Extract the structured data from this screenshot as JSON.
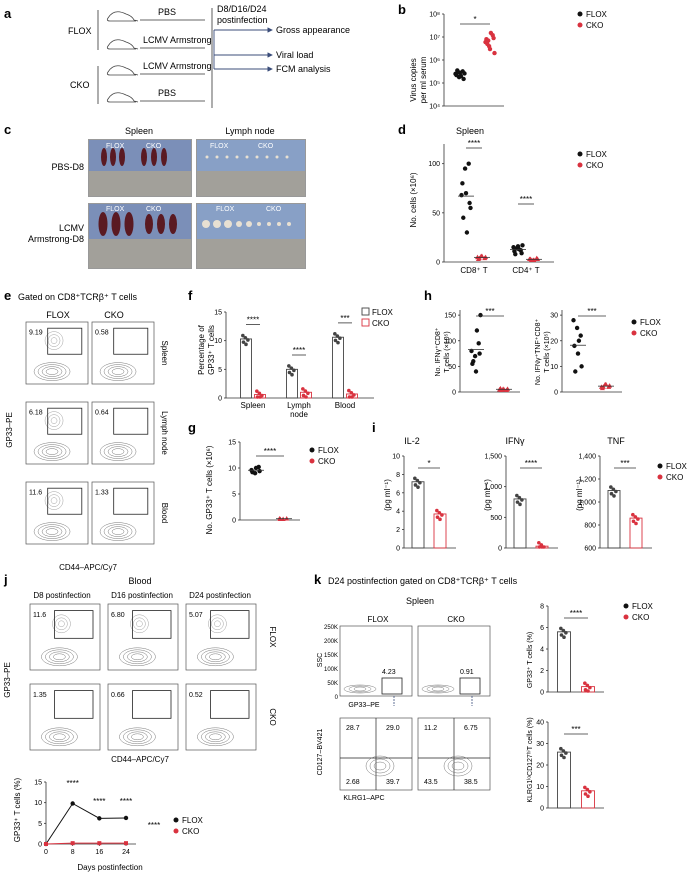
{
  "panels": {
    "a": {
      "label": "a",
      "groups": [
        "FLOX",
        "CKO"
      ],
      "treatments": [
        "PBS",
        "LCMV Armstrong",
        "LCMV Armstrong",
        "PBS"
      ],
      "timing": "D8/D16/D24",
      "timing2": "postinfection",
      "outcomes": [
        "Gross appearance",
        "Viral load",
        "FCM analysis"
      ]
    },
    "b": {
      "label": "b",
      "ylabel1": "Virus copies",
      "ylabel2": "per ml serum",
      "sig": "*",
      "legend": [
        "FLOX",
        "CKO"
      ]
    },
    "c": {
      "label": "c",
      "col_spleen": "Spleen",
      "col_ln": "Lymph node",
      "row1": "PBS-D8",
      "row2a": "LCMV",
      "row2b": "Armstrong-D8",
      "flox": "FLOX",
      "cko": "CKO"
    },
    "d": {
      "label": "d",
      "title": "Spleen",
      "ylabel": "No. cells (×10⁶)",
      "sig1": "****",
      "sig2": "****",
      "legend": [
        "FLOX",
        "CKO"
      ]
    },
    "e": {
      "label": "e",
      "title": "Gated on CD8⁺TCRβ⁺ T cells",
      "flox": "FLOX",
      "cko": "CKO",
      "rows": [
        "Spleen",
        "Lymph node",
        "Blood"
      ],
      "pct_flox": [
        "9.19",
        "6.18",
        "11.6"
      ],
      "pct_cko": [
        "0.58",
        "0.64",
        "1.33"
      ],
      "ylabel": "GP33–PE",
      "xlabel": "CD44–APC/Cy7"
    },
    "f": {
      "label": "f",
      "ylabel1": "Percentage of",
      "ylabel2": "GP33⁺ T cells",
      "sig": [
        "****",
        "****",
        "***"
      ],
      "legend": [
        "FLOX",
        "CKO"
      ]
    },
    "g": {
      "label": "g",
      "ylabel": "No. GP33⁺ T cells (×10⁶)",
      "sig": "****",
      "legend": [
        "FLOX",
        "CKO"
      ]
    },
    "h": {
      "label": "h",
      "ylabel_left1": "No. IFNγ⁺CD8⁺",
      "ylabel_left2": "T cells (×10⁵)",
      "ylabel_right1": "No. IFNγ⁺TNF⁺CD8⁺",
      "ylabel_right2": "T cells (×10⁵)",
      "sig_left": "***",
      "sig_right": "***",
      "legend": [
        "FLOX",
        "CKO"
      ]
    },
    "i": {
      "label": "i",
      "titles": [
        "IL-2",
        "IFNγ",
        "TNF"
      ],
      "ylabel": "(pg ml⁻¹)",
      "sig": [
        "*",
        "****",
        "***"
      ],
      "legend": [
        "FLOX",
        "CKO"
      ]
    },
    "j": {
      "label": "j",
      "title": "Blood",
      "times": [
        "D8 postinfection",
        "D16 postinfection",
        "D24 postinfection"
      ],
      "pct_flox": [
        "11.6",
        "6.80",
        "5.07"
      ],
      "pct_cko": [
        "1.35",
        "0.66",
        "0.52"
      ],
      "row_flox": "FLOX",
      "row_cko": "CKO",
      "ylabel": "GP33–PE",
      "xlabel": "CD44–APC/Cy7",
      "line_ylabel": "GP33⁺ T cells (%)",
      "line_xlabel": "Days postinfection",
      "sig": [
        "****",
        "****",
        "****",
        "****"
      ],
      "legend": [
        "FLOX",
        "CKO"
      ]
    },
    "k": {
      "label": "k",
      "title": "D24 postinfection gated on CD8⁺TCRβ⁺ T cells",
      "region": "Spleen",
      "flox": "FLOX",
      "cko": "CKO",
      "ssc": "SSC",
      "gp33": "GP33–PE",
      "cd127": "CD127–BV421",
      "klrg1": "KLRG1–APC",
      "ssc_ticks": [
        "250K",
        "200K",
        "150K",
        "100K",
        "50K",
        "0"
      ],
      "pct_top": [
        "4.23",
        "0.91"
      ],
      "quad_flox": [
        "28.7",
        "29.0",
        "2.68",
        "39.7"
      ],
      "quad_cko": [
        "11.2",
        "6.75",
        "43.5",
        "38.5"
      ],
      "bar1_ylabel": "GP33⁺ T cells (%)",
      "bar2_ylabel": "KLRG1ˡᵒCD127ʰⁱT cells (%)",
      "sig": [
        "****",
        "***"
      ],
      "legend": [
        "FLOX",
        "CKO"
      ]
    }
  },
  "colors": {
    "flox": "#111111",
    "cko": "#d9323f",
    "axis": "#3b4d7a"
  },
  "chart_data": [
    {
      "id": "b",
      "type": "scatter",
      "categories": [
        "FLOX",
        "CKO"
      ],
      "yscale": "log",
      "ylim_labels": [
        "10⁴",
        "10⁵",
        "10⁶",
        "10⁷",
        "10⁸"
      ],
      "values": [
        [
          250000,
          180000,
          320000,
          220000,
          280000,
          150000,
          350000,
          200000,
          260000,
          300000
        ],
        [
          6000000,
          4000000,
          12000000,
          8000000,
          3000000,
          9000000,
          5000000,
          15000000,
          2000000,
          7000000
        ]
      ]
    },
    {
      "id": "d",
      "type": "scatter",
      "categories": [
        "CD8⁺ T",
        "CD4⁺ T"
      ],
      "series": [
        {
          "name": "FLOX",
          "values": [
            [
              68,
              95,
              100,
              80,
              70,
              60,
              45,
              30,
              55
            ],
            [
              15,
              14,
              12,
              11,
              16,
              9,
              8,
              13,
              17
            ]
          ]
        },
        {
          "name": "CKO",
          "values": [
            [
              5,
              6,
              4,
              3,
              6,
              5,
              4
            ],
            [
              3,
              2,
              4,
              3,
              2,
              3,
              2
            ]
          ]
        }
      ],
      "yticks": [
        "0",
        "50",
        "100"
      ],
      "ylim": [
        0,
        120
      ]
    },
    {
      "id": "f",
      "type": "bar",
      "categories": [
        "Spleen",
        "Lymph node",
        "Blood"
      ],
      "series": [
        {
          "name": "FLOX",
          "values": [
            10.3,
            5.0,
            10.6
          ]
        },
        {
          "name": "CKO",
          "values": [
            0.6,
            1.0,
            0.7
          ]
        }
      ],
      "yticks": [
        "0",
        "5",
        "10",
        "15"
      ],
      "ylim": [
        0,
        15
      ]
    },
    {
      "id": "g",
      "type": "bar",
      "categories": [
        "FLOX",
        "CKO"
      ],
      "values": [
        9.6,
        0.3
      ],
      "yticks": [
        "0",
        "5",
        "10",
        "15"
      ],
      "ylim": [
        0,
        15
      ]
    },
    {
      "id": "h1",
      "type": "scatter",
      "categories": [
        "FLOX",
        "CKO"
      ],
      "values": [
        [
          80,
          70,
          95,
          55,
          40,
          75,
          60,
          120,
          150
        ],
        [
          5,
          6,
          4,
          7,
          5,
          6,
          4
        ]
      ],
      "yticks": [
        "0",
        "50",
        "100",
        "150"
      ],
      "ylim": [
        0,
        160
      ]
    },
    {
      "id": "h2",
      "type": "scatter",
      "categories": [
        "FLOX",
        "CKO"
      ],
      "values": [
        [
          28,
          25,
          22,
          18,
          15,
          10,
          8,
          20
        ],
        [
          2,
          3,
          2,
          1.5,
          3,
          2.5,
          2
        ]
      ],
      "yticks": [
        "0",
        "10",
        "20",
        "30"
      ],
      "ylim": [
        0,
        32
      ]
    },
    {
      "id": "i1",
      "type": "bar",
      "title": "IL-2",
      "categories": [
        "FLOX",
        "CKO"
      ],
      "values": [
        7.2,
        3.7
      ],
      "yticks": [
        "0",
        "2",
        "4",
        "6",
        "8",
        "10"
      ],
      "ylim": [
        0,
        10
      ]
    },
    {
      "id": "i2",
      "type": "bar",
      "title": "IFNγ",
      "categories": [
        "FLOX",
        "CKO"
      ],
      "values": [
        800,
        30
      ],
      "yticks": [
        "0",
        "500",
        "1,000",
        "1,500"
      ],
      "ylim": [
        0,
        1500
      ]
    },
    {
      "id": "i3",
      "type": "bar",
      "title": "TNF",
      "categories": [
        "FLOX",
        "CKO"
      ],
      "values": [
        1100,
        860
      ],
      "yticks": [
        "600",
        "800",
        "1,000",
        "1,200",
        "1,400"
      ],
      "ylim": [
        600,
        1400
      ]
    },
    {
      "id": "j",
      "type": "line",
      "x": [
        0,
        8,
        16,
        24
      ],
      "xticks": [
        "0",
        "8",
        "16",
        "24"
      ],
      "series": [
        {
          "name": "FLOX",
          "values": [
            0,
            9.8,
            6.2,
            6.3
          ]
        },
        {
          "name": "CKO",
          "values": [
            0,
            0.2,
            0.2,
            0.2
          ]
        }
      ],
      "yticks": [
        "0",
        "5",
        "10",
        "15"
      ],
      "ylim": [
        0,
        15
      ]
    },
    {
      "id": "k1",
      "type": "bar",
      "categories": [
        "FLOX",
        "CKO"
      ],
      "values": [
        5.6,
        0.5
      ],
      "yticks": [
        "0",
        "2",
        "4",
        "6",
        "8"
      ],
      "ylim": [
        0,
        8
      ]
    },
    {
      "id": "k2",
      "type": "bar",
      "categories": [
        "FLOX",
        "CKO"
      ],
      "values": [
        26,
        8
      ],
      "yticks": [
        "0",
        "10",
        "20",
        "30",
        "40"
      ],
      "ylim": [
        0,
        40
      ]
    }
  ]
}
